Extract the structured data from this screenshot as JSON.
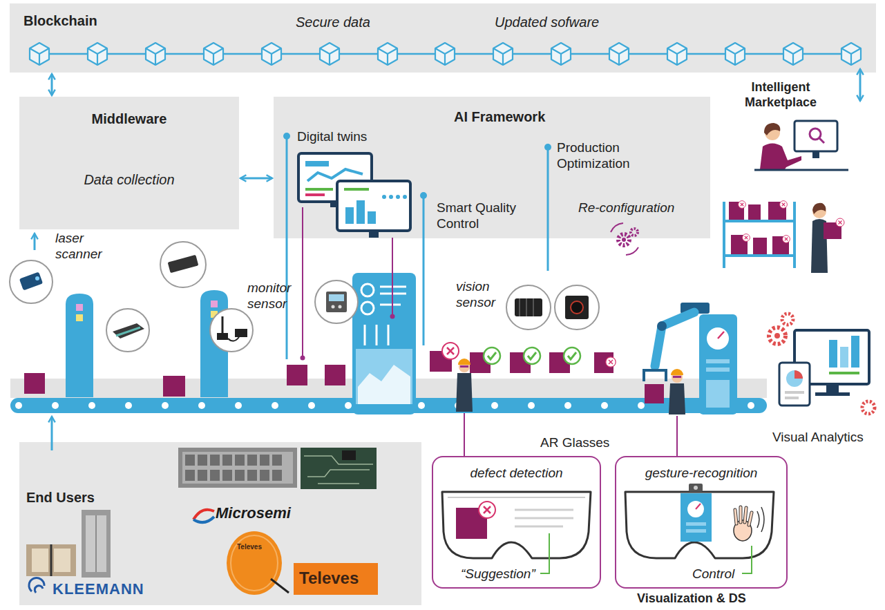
{
  "diagram": {
    "nodes": [
      {
        "text": [
          "Blockchain",
          "Secure data",
          "Updated sofware"
        ]
      },
      {
        "text": [
          "Middleware",
          "Data collection"
        ]
      },
      {
        "text": [
          "AI Framework",
          "Digital twins",
          "Production Optimization",
          "Smart Quality Control",
          "Re-configuration"
        ]
      },
      {
        "text": [
          "End Users"
        ]
      },
      {
        "text": [
          "defect detection",
          "“Suggestion”"
        ]
      },
      {
        "text": [
          "gesture-recognition",
          "Control"
        ]
      }
    ],
    "edges": [
      {
        "from": 0,
        "to": 1,
        "arrow": "both"
      },
      {
        "from": 1,
        "to": 2,
        "arrow": "both"
      }
    ],
    "labels": [
      "Intelligent Marketplace",
      "laser scanner",
      "monitor sensor",
      "vision sensor",
      "AR Glasses",
      "Visual Analytics",
      "Microsemi",
      "Televes",
      "Televes",
      "KLEEMANN",
      "Visualization & DS"
    ]
  }
}
